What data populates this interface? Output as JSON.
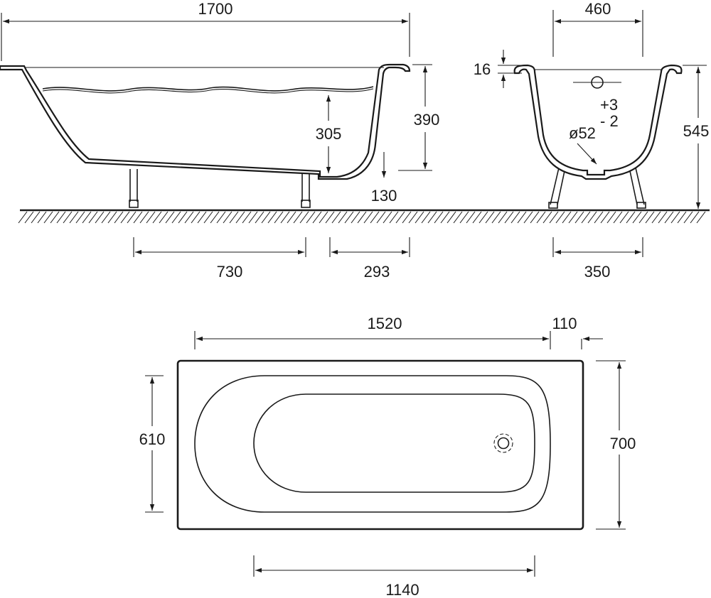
{
  "side_view": {
    "length": "1700",
    "rim_height": "390",
    "water_depth": "305",
    "floor_clearance": "130",
    "leg_spacing": "730",
    "rear_leg_offset": "293"
  },
  "end_view": {
    "width": "460",
    "rim_thickness": "16",
    "total_height": "545",
    "drain_diameter": "ø52",
    "tol_plus": "+3",
    "tol_minus": "- 2",
    "leg_spacing": "350"
  },
  "top_view": {
    "inner_length": "1520",
    "drain_offset": "110",
    "inner_width": "610",
    "outer_width": "700",
    "bottom_length": "1140"
  }
}
